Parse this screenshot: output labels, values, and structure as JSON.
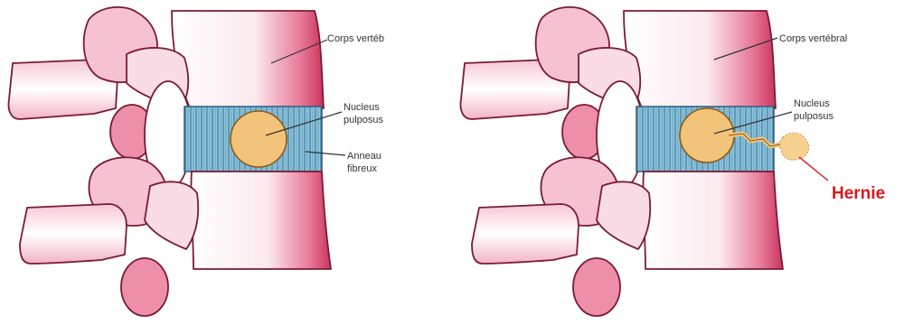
{
  "left_panel": {
    "label_body": "Corps vertéb",
    "label_nucleus_line1": "Nucleus",
    "label_nucleus_line2": "pulposus",
    "label_annulus_line1": "Anneau",
    "label_annulus_line2": "fibreux"
  },
  "right_panel": {
    "label_body": "Corps vertébral",
    "label_nucleus_line1": "Nucleus",
    "label_nucleus_line2": "pulposus",
    "label_hernia": "Hernie"
  },
  "colors": {
    "bone_fill": "#f4d4de",
    "bone_shadow": "#d94a72",
    "bone_outline": "#7a1b33",
    "disc_fill": "#8fc3d8",
    "disc_stripe": "#3f7fa6",
    "nucleus_fill": "#f2c47a",
    "hernia_color": "#d71920"
  }
}
